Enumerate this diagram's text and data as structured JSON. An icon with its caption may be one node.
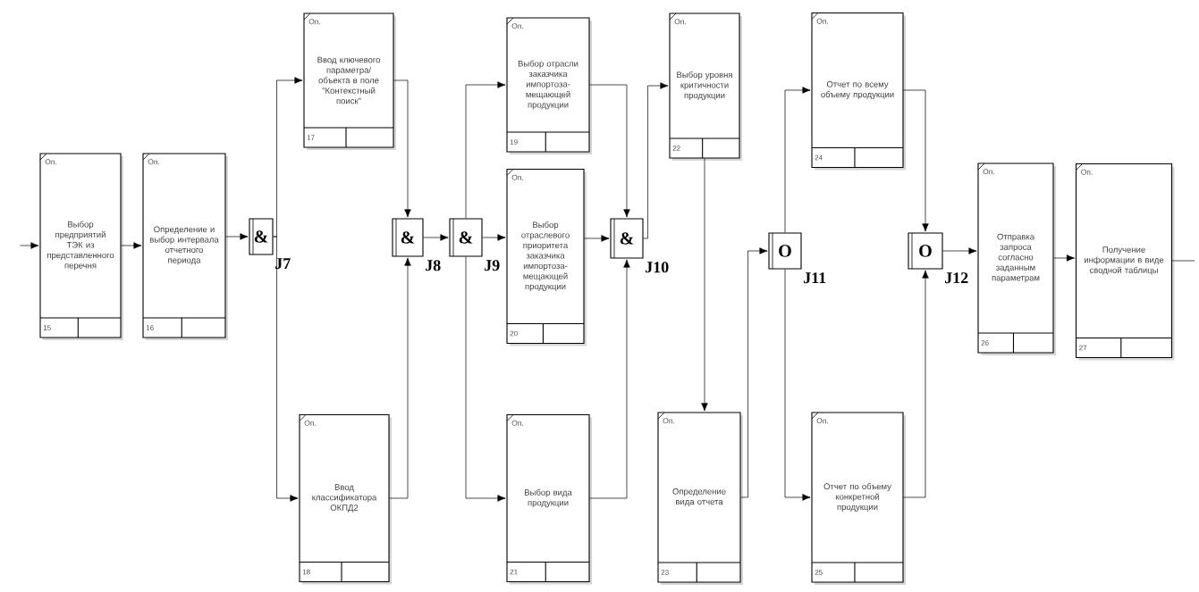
{
  "diagram": {
    "nodes": [
      {
        "text": [
          "Оп.",
          "Выбор предприятий ТЭК из представленного перечня",
          "15"
        ]
      },
      {
        "text": [
          "Оп.",
          "Определение и выбор интервала отчетного периода",
          "16"
        ]
      },
      {
        "text": [
          "&"
        ],
        "beside": [
          "J7"
        ]
      },
      {
        "text": [
          "Оп.",
          "Ввод ключевого параметра/ объекта в поле \"Контекстный поиск\"",
          "17"
        ]
      },
      {
        "text": [
          "Оп.",
          "Ввод классификатора ОКПД2",
          "18"
        ]
      },
      {
        "text": [
          "&"
        ],
        "beside": [
          "J8"
        ]
      },
      {
        "text": [
          "&"
        ],
        "beside": [
          "J9"
        ]
      },
      {
        "text": [
          "Оп.",
          "Выбор отрасли заказчика импортоза-мещающей продукции",
          "19"
        ]
      },
      {
        "text": [
          "Оп.",
          "Выбор отраслевого приоритета заказчика импортоза-мещающей продукции",
          "20"
        ]
      },
      {
        "text": [
          "Оп.",
          "Выбор вида продукции",
          "21"
        ]
      },
      {
        "text": [
          "&"
        ],
        "beside": [
          "J10"
        ]
      },
      {
        "text": [
          "Оп.",
          "Выбор уровня критичности продукции",
          "22"
        ]
      },
      {
        "text": [
          "Оп.",
          "Определение вида отчета",
          "23"
        ]
      },
      {
        "text": [
          "O"
        ],
        "beside": [
          "J11"
        ]
      },
      {
        "text": [
          "Оп.",
          "Отчет по всему объему продукции",
          "24"
        ]
      },
      {
        "text": [
          "Оп.",
          "Отчет по объему конкретной продукции",
          "25"
        ]
      },
      {
        "text": [
          "O"
        ],
        "beside": [
          "J12"
        ]
      },
      {
        "text": [
          "Оп.",
          "Отправка запроса согласно заданным параметрам",
          "26"
        ]
      },
      {
        "text": [
          "Оп.",
          "Получение информации в виде сводной таблицы",
          "27"
        ]
      }
    ],
    "edges": [
      {
        "from": null,
        "to": 0,
        "arrow": "to"
      },
      {
        "from": 0,
        "to": 1,
        "arrow": "to"
      },
      {
        "from": 1,
        "to": 2,
        "arrow": "to"
      },
      {
        "from": 2,
        "to": 3,
        "arrow": "to"
      },
      {
        "from": 2,
        "to": 4,
        "arrow": "to"
      },
      {
        "from": 3,
        "to": 5,
        "arrow": "to"
      },
      {
        "from": 4,
        "to": 5,
        "arrow": "to"
      },
      {
        "from": 5,
        "to": 6,
        "arrow": "to"
      },
      {
        "from": 6,
        "to": 7,
        "arrow": "to"
      },
      {
        "from": 6,
        "to": 8,
        "arrow": "to"
      },
      {
        "from": 6,
        "to": 9,
        "arrow": "to"
      },
      {
        "from": 7,
        "to": 10,
        "arrow": "to"
      },
      {
        "from": 8,
        "to": 10,
        "arrow": "to"
      },
      {
        "from": 9,
        "to": 10,
        "arrow": "to"
      },
      {
        "from": 10,
        "to": 11,
        "arrow": "to"
      },
      {
        "from": 11,
        "to": 12,
        "arrow": "to"
      },
      {
        "from": 12,
        "to": 13,
        "arrow": "to"
      },
      {
        "from": 13,
        "to": 14,
        "arrow": "to"
      },
      {
        "from": 13,
        "to": 15,
        "arrow": "to"
      },
      {
        "from": 14,
        "to": 16,
        "arrow": "to"
      },
      {
        "from": 15,
        "to": 16,
        "arrow": "to"
      },
      {
        "from": 16,
        "to": 17,
        "arrow": "to"
      },
      {
        "from": 17,
        "to": 18,
        "arrow": "to"
      },
      {
        "from": 18,
        "to": null,
        "arrow": "none"
      }
    ]
  }
}
